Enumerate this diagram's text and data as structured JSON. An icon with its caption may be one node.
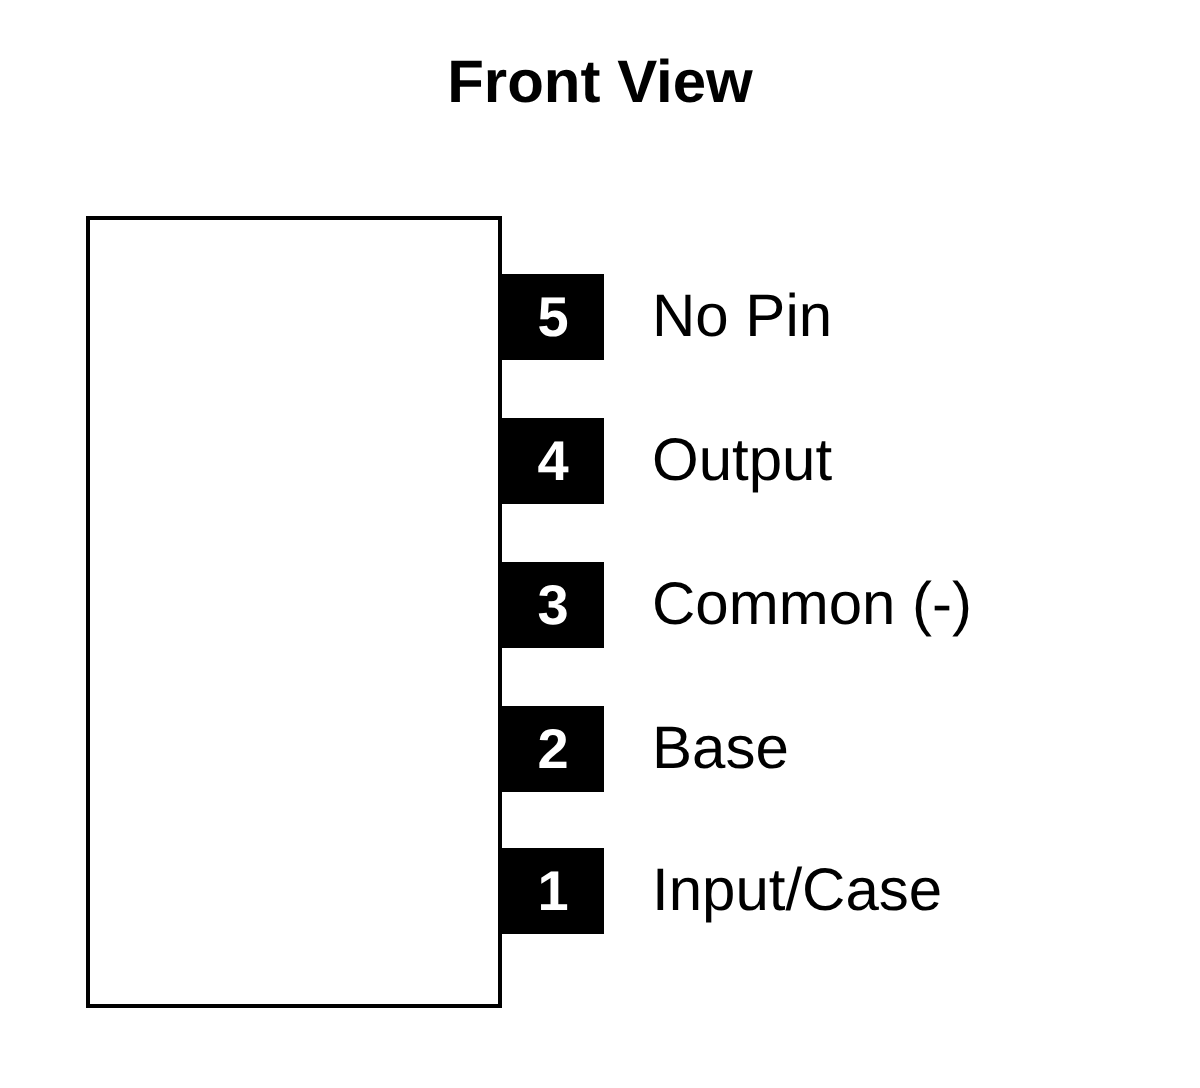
{
  "diagram": {
    "title": "Front View",
    "nodes": [
      {
        "text": [],
        "shape": "box"
      },
      {
        "text": [
          "5"
        ],
        "beside": [
          "No Pin"
        ]
      },
      {
        "text": [
          "4"
        ],
        "beside": [
          "Output"
        ]
      },
      {
        "text": [
          "3"
        ],
        "beside": [
          "Common (-)"
        ]
      },
      {
        "text": [
          "2"
        ],
        "beside": [
          "Base"
        ]
      },
      {
        "text": [
          "1"
        ],
        "beside": [
          "Input/Case"
        ]
      }
    ]
  }
}
